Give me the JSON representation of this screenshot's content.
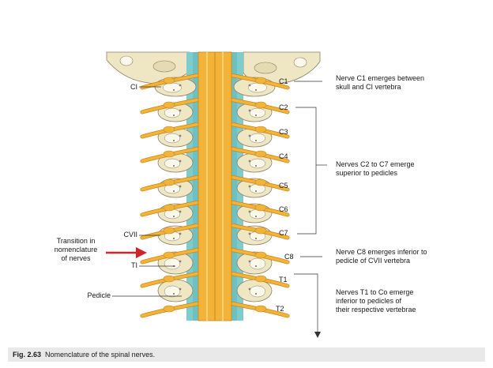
{
  "left_labels": {
    "ci": "CI",
    "cvii": "CVII",
    "ti": "TI",
    "pedicle": "Pedicle",
    "transition": [
      "Transition in",
      "nomenclature",
      "of nerves"
    ]
  },
  "nerve_labels": [
    "C1",
    "C2",
    "C3",
    "C4",
    "C5",
    "C6",
    "C7",
    "C8",
    "T1",
    "T2"
  ],
  "notes": {
    "c1": [
      "Nerve C1 emerges between",
      "skull and CI vertebra"
    ],
    "c2_c7": [
      "Nerves C2 to C7 emerge",
      "superior to pedicles"
    ],
    "c8": [
      "Nerve C8 emerges inferior to",
      "pedicle of CVII vertebra"
    ],
    "t1_co": [
      "Nerves T1 to Co emerge",
      "inferior to pedicles of",
      "their respective vertebrae"
    ]
  },
  "caption": {
    "figure_number": "Fig. 2.63",
    "text": "Nomenclature of the spinal nerves."
  },
  "colors": {
    "nerve": "#f2b338",
    "nerve_edge": "#c9861a",
    "bone": "#efe6c4",
    "bone_edge": "#8d8063",
    "csf": "#7fcccc",
    "arrow": "#d2232a",
    "caption_bg": "#e9e9ea"
  }
}
